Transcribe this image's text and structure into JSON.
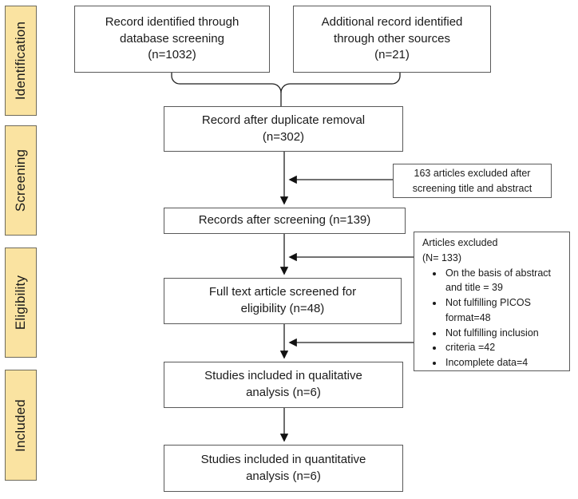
{
  "colors": {
    "background": "#FFFFFF",
    "stage_fill": "#FAE3A1",
    "stage_border": "#6F6B5B",
    "box_border": "#595959",
    "arrow_line": "#1F1F1F",
    "text": "#1A1A1A"
  },
  "sidebar": {
    "stages": [
      {
        "label": "Identification"
      },
      {
        "label": "Screening"
      },
      {
        "label": "Eligibility"
      },
      {
        "label": "Included"
      }
    ]
  },
  "flow": {
    "boxes": [
      {
        "id": "records-identified-database",
        "label": "Record identified through\ndatabase screening\n(n=1032)"
      },
      {
        "id": "records-identified-other",
        "label": "Additional record identified\nthrough other sources\n(n=21)"
      },
      {
        "id": "records-after-duplicate-removal",
        "label": "Record after duplicate removal\n(n=302)"
      },
      {
        "id": "records-after-screening",
        "label": "Records after screening  (n=139)"
      },
      {
        "id": "fulltext-screened",
        "label": "Full text article screened for\neligibility (n=48)"
      },
      {
        "id": "included-qualitative",
        "label": "Studies included in qualitative\nanalysis (n=6)"
      },
      {
        "id": "included-quantitative",
        "label": "Studies included in quantitative\nanalysis (n=6)"
      }
    ]
  },
  "exclusions": {
    "title_abstract": {
      "label": "163 articles excluded after\nscreening title and abstract"
    },
    "articles_excluded": {
      "title": "Articles  excluded",
      "count": "(N= 133)",
      "bullets": [
        "On the basis of abstract\nand title = 39",
        "Not fulfilling PICOS\nformat=48",
        "Not fulfilling inclusion",
        "criteria =42",
        "Incomplete data=4"
      ]
    }
  }
}
